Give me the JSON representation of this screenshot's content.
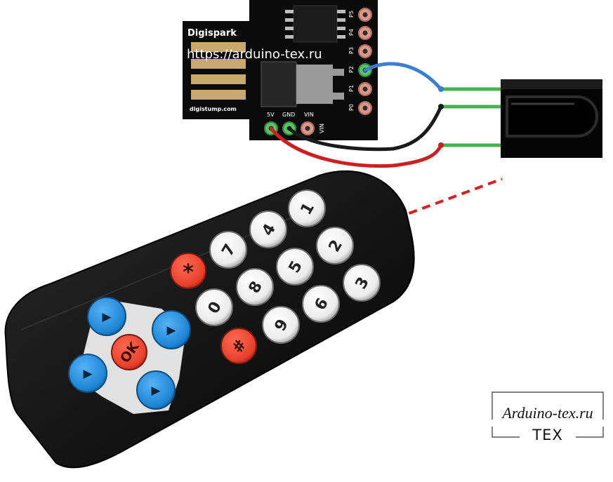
{
  "board": {
    "title": "Digispark",
    "url": "https://arduino-tex.ru",
    "footer": "digistump.com",
    "side_pins": [
      "P5",
      "P4",
      "P3",
      "P2",
      "P1",
      "P0"
    ],
    "bottom_pins": [
      "5V",
      "GND",
      "VIN"
    ],
    "bottom_tag": "VIN"
  },
  "remote": {
    "number_keys": [
      "1",
      "2",
      "3",
      "4",
      "5",
      "6",
      "7",
      "8",
      "9",
      "0"
    ],
    "star_key": "*",
    "hash_key": "#",
    "ok_key": "OK",
    "arrow_glyph": "▶"
  },
  "watermark": {
    "site": "Arduino-tex.ru",
    "brand": "TEX"
  },
  "colors": {
    "board": "#0b0b0b",
    "remote_body": "#151515",
    "blue_button": "#1e86d6",
    "red_button": "#e8402a",
    "white_button": "#f4f4f4",
    "wire_blue": "#3a7fd0",
    "wire_black": "#1a1a1a",
    "wire_red": "#cc1f1f",
    "lead_green": "#4caf50",
    "ir_beam": "#d91f1f"
  }
}
